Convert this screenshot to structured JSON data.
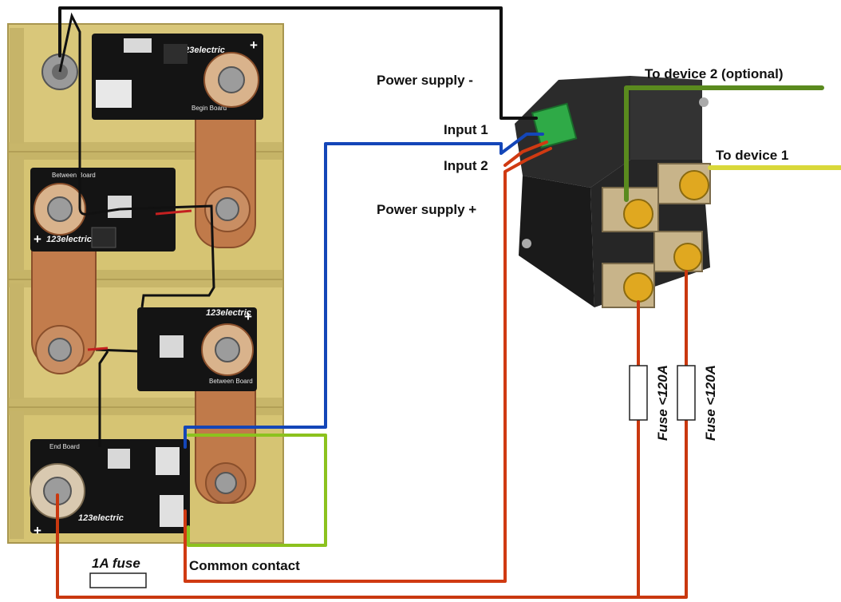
{
  "labels": {
    "power_supply_minus": "Power supply -",
    "input_1": "Input 1",
    "input_2": "Input 2",
    "power_supply_plus": "Power supply +",
    "to_device_2": "To device 2 (optional)",
    "to_device_1": "To device 1",
    "fuse_1a": "1A fuse",
    "common_contact": "Common contact",
    "fuse_120a_left": "Fuse <120A",
    "fuse_120a_right": "Fuse <120A"
  },
  "boards": {
    "begin": {
      "name": "Begin Board",
      "logo": "123electric"
    },
    "between_1": {
      "name": "Between Board",
      "logo": "123electric"
    },
    "between_2": {
      "name": "Between Board",
      "logo": "123electric"
    },
    "end": {
      "name": "End Board",
      "logo": "123electric"
    }
  },
  "terminal_signs": {
    "plus": "+"
  },
  "wire_colors": {
    "power_minus": "#111111",
    "input_1": "#1446b8",
    "input_2": "#d03a12",
    "power_plus": "#d03a12",
    "common": "#8cc21e",
    "device_2": "#5a8a1e",
    "device_1": "#d9d83a",
    "fuse_line": "#c9380f"
  }
}
